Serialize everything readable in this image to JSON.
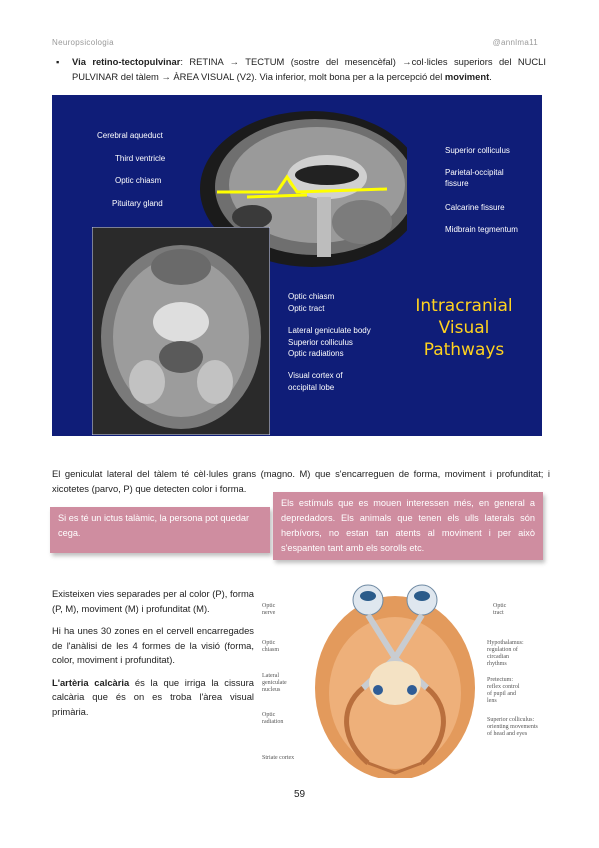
{
  "header": {
    "left": "Neuropsicologia",
    "right": "@annlma11"
  },
  "bullet": {
    "marker": "▪",
    "lead": "Via retino-tectopulvinar",
    "text": ": RETINA → TECTUM (sostre del mesencèfal) →col·licles superiors del NUCLI PULVINAR del tàlem → ÀREA VISUAL (V2). Via inferior, molt bona per a la percepció del ",
    "bold_end": "moviment",
    "end": "."
  },
  "figure1": {
    "title_lines": [
      "Intracranial",
      "Visual",
      "Pathways"
    ],
    "sagittal_labels_left": [
      "Cerebral aqueduct",
      "Third ventricle",
      "Optic chiasm",
      "Pituitary gland"
    ],
    "sagittal_labels_right": [
      "Superior colliculus",
      "Parietal-occipital",
      "fissure",
      "Calcarine fissure",
      "Midbrain tegmentum"
    ],
    "axial_labels": [
      "Optic chiasm",
      "Optic tract",
      "Lateral geniculate body",
      "Superior colliculus",
      "Optic radiations",
      "Visual cortex of",
      "occipital lobe"
    ],
    "colors": {
      "background": "#0f1d78",
      "title": "#ffd21f",
      "pathway": "#ffff00"
    }
  },
  "para2": "El geniculat lateral del tàlem té cèl·lules grans (magno. M) que s'encarreguen de forma, moviment i profunditat; i xicotetes (parvo, P) que detecten color i forma.",
  "callout1": "Si es té un ictus talàmic, la persona pot quedar cega.",
  "callout2": "Els estímuls que es mouen interessen més, en general a depredadors. Els animals que tenen els ulls laterals són herbívors, no estan tan atents al moviment i per això s'espanten tant amb els sorolls etc.",
  "leftcol": {
    "p1": "Existeixen vies separades per al color (P), forma (P, M), moviment (M) i profunditat (M).",
    "p2": "Hi ha unes 30 zones en el cervell encarregades de l'anàlisi de les 4 formes de la visió (forma, color, moviment i profunditat).",
    "p3_bold": "L'artèria calcària",
    "p3_rest": " és la que irriga la cissura calcària que és on es troba l'àrea visual primària."
  },
  "figure2": {
    "left_labels": [
      "Optic",
      "nerve",
      "Optic",
      "chiasm",
      "Lateral",
      "geniculate",
      "nucleus",
      "Optic",
      "radiation",
      "Striate cortex"
    ],
    "right_labels": [
      "Optic",
      "tract",
      "Hypothalamus:",
      "regulation of",
      "circadian",
      "rhythms",
      "Pretectum:",
      "reflex control",
      "of pupil and",
      "lens",
      "Superior colliculus:",
      "orienting movements",
      "of head and eyes"
    ]
  },
  "page_number": "59"
}
